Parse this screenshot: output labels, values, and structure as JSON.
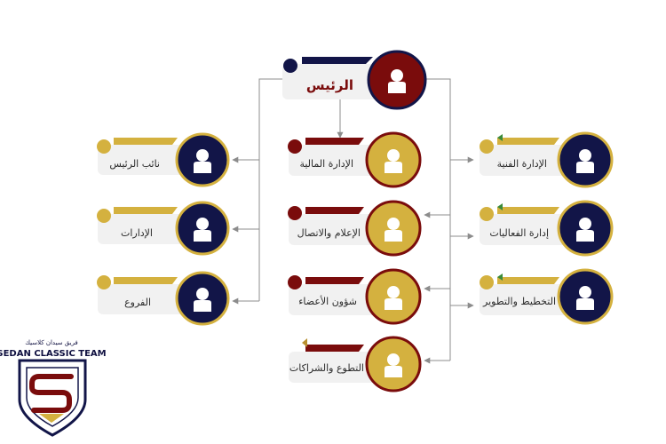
{
  "colors": {
    "navy": "#121548",
    "maroon": "#7a0c0c",
    "gold": "#d4b13f",
    "card": "#f1f1f1",
    "line": "#8c8c8c"
  },
  "root": {
    "label": "الرئيس"
  },
  "left_nodes": [
    {
      "label": "نائب الرئيس"
    },
    {
      "label": "الإدارات"
    },
    {
      "label": "الفروع"
    }
  ],
  "center_nodes": [
    {
      "label": "الإدارة المالية"
    },
    {
      "label": "الإعلام والاتصال"
    },
    {
      "label": "شؤون الأعضاء"
    },
    {
      "label": "التطوع  والشراكات"
    }
  ],
  "right_nodes": [
    {
      "label": "الإدارة الفنية"
    },
    {
      "label": "إدارة الفعاليات"
    },
    {
      "label": "التخطيط والتطوير"
    }
  ],
  "logo": {
    "arabic": "فريق سيدان كلاسيك",
    "english": "SEDAN CLASSIC TEAM"
  }
}
